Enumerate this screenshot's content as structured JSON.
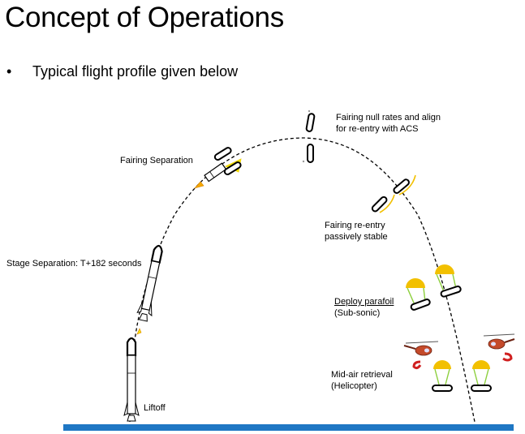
{
  "title": "Concept of Operations",
  "bullet": {
    "symbol": "•",
    "text": "Typical flight profile given below"
  },
  "labels": {
    "fairing_separation": "Fairing Separation",
    "stage_separation": "Stage Separation: T+182 seconds",
    "liftoff": "Liftoff",
    "null_rates_line1": "Fairing null rates and align",
    "null_rates_line2": "for re-entry with ACS",
    "reentry_line1": "Fairing re-entry",
    "reentry_line2": "passively stable",
    "parafoil_line1": "Deploy parafoil",
    "parafoil_line2": "(Sub-sonic)",
    "retrieval_line1": "Mid-air retrieval",
    "retrieval_line2": "(Helicopter)"
  },
  "colors": {
    "ground": "#1f77c4",
    "flame": "#f5e600",
    "parachute": "#f2c000",
    "lines": "#8ccf3c",
    "helicopter": "#c44a2a",
    "hook": "#d02020"
  }
}
